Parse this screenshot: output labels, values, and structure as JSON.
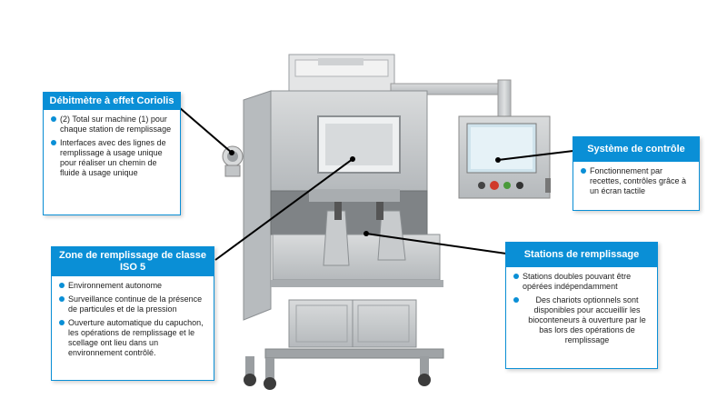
{
  "callouts": {
    "debitmetre": {
      "title": "Débitmètre à effet Coriolis",
      "bullets": [
        "(2) Total sur machine (1) pour chaque station de remplissage",
        "Interfaces avec des lignes de remplissage à usage unique pour réaliser un chemin de fluide à usage unique"
      ]
    },
    "zone": {
      "title": "Zone de remplissage de classe ISO 5",
      "bullets": [
        "Environnement autonome",
        "Surveillance continue de la présence de particules et de la pression",
        "Ouverture automatique du capuchon, les opérations de remplissage et le scellage ont lieu dans un environnement contrôlé."
      ]
    },
    "systeme": {
      "title": "Système de contrôle",
      "bullets": [
        "Fonctionnement par recettes, contrôles grâce à un écran tactile"
      ]
    },
    "stations": {
      "title": "Stations de remplissage",
      "bullets": [
        "Stations doubles pouvant être opérées indépendamment",
        "Des chariots optionnels sont disponibles pour accueillir les bioconteneurs à ouverture par le bas lors des opérations de remplissage"
      ]
    }
  },
  "colors": {
    "accent": "#0a8fd6",
    "machine": "#c9ccce",
    "leader": "#000000"
  }
}
